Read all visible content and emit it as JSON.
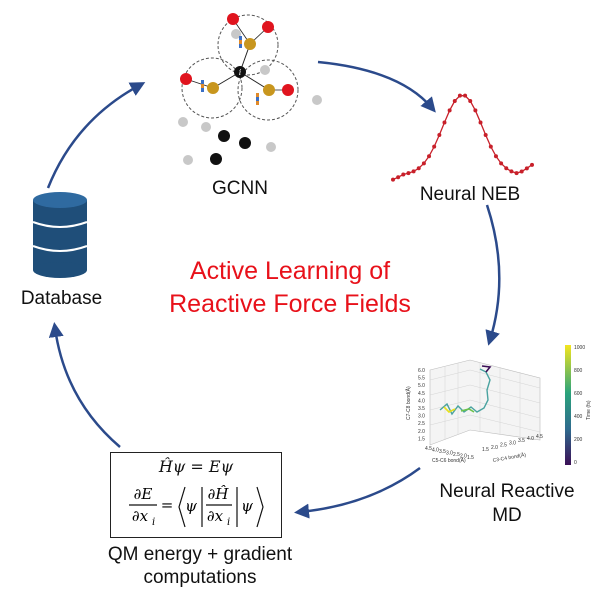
{
  "center_title": {
    "line1": "Active Learning of",
    "line2": "Reactive Force Fields"
  },
  "nodes": {
    "gcnn": "GCNN",
    "neb": "Neural NEB",
    "md_line1": "Neural Reactive",
    "md_line2": "MD",
    "qm_line1": "QM energy + gradient",
    "qm_line2": "computations",
    "database": "Database"
  },
  "equations": {
    "eq1": "Ĥψ = Eψ",
    "eq2_lhs_num": "∂E",
    "eq2_lhs_den": "∂x",
    "eq2_lhs_sub": "i",
    "eq2_rhs_num": "∂Ĥ",
    "eq2_rhs_den": "∂x",
    "eq2_rhs_sub": "i",
    "psi": "ψ",
    "eq_sign": "="
  },
  "md_plot": {
    "zlabel": "C7-C8 bond(Å)",
    "xlabel": "C5-C6 bond(Å)",
    "ylabel": "C3-C4 bond(Å)",
    "z_ticks": [
      "6.0",
      "5.5",
      "5.0",
      "4.5",
      "4.0",
      "3.5",
      "3.0",
      "2.5",
      "2.0",
      "1.5"
    ],
    "x_ticks": [
      "4.5",
      "4.0",
      "3.5",
      "3.0",
      "2.5",
      "2.0",
      "1.5"
    ],
    "y_ticks": [
      "1.5",
      "2.0",
      "2.5",
      "3.0",
      "3.5",
      "4.0",
      "4.5"
    ],
    "colorbar_ticks": [
      "1000",
      "800",
      "600",
      "400",
      "200",
      "0"
    ],
    "colorbar_label": "Time (fs)"
  },
  "colors": {
    "arrow": "#2b4a8b",
    "title": "#e8111a",
    "neb_curve": "#c8202a",
    "db": "#1f4e79",
    "atom_gold": "#c8961e",
    "atom_red": "#e0141e",
    "atom_grey": "#c8c8c8",
    "atom_black": "#111111"
  }
}
